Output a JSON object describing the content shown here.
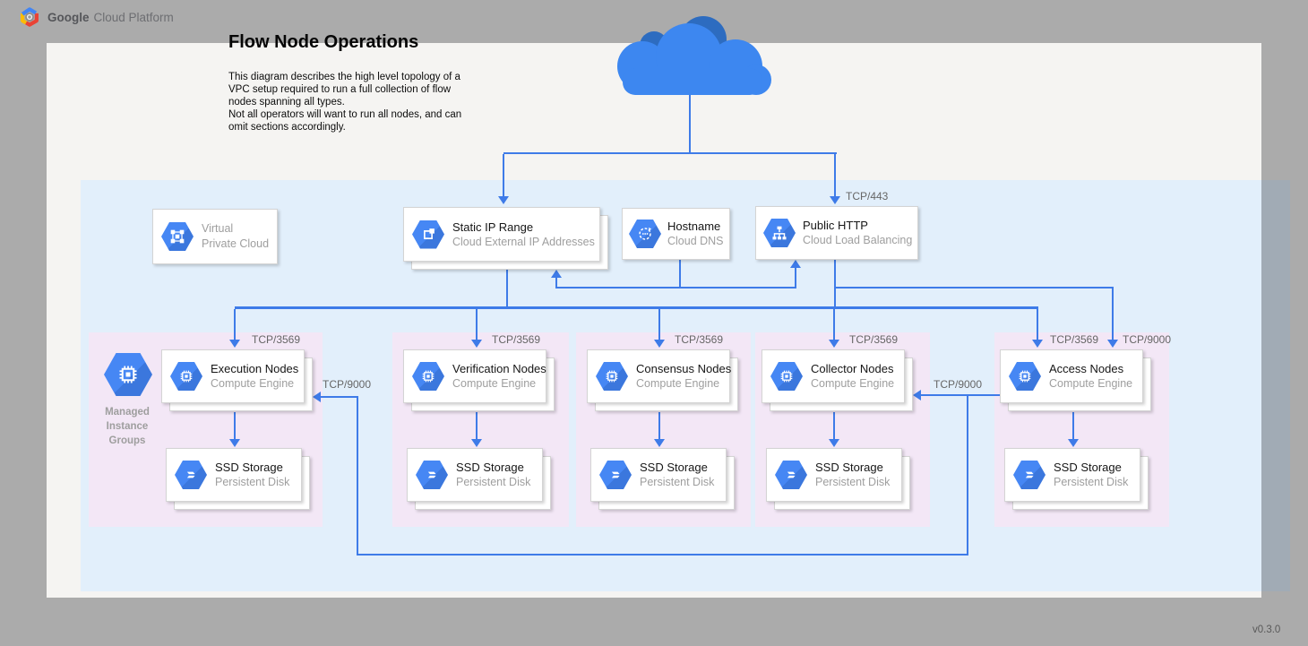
{
  "header": {
    "brand_bold": "Google",
    "brand_rest": "Cloud Platform"
  },
  "doc": {
    "title": "Flow Node Operations",
    "description_lines": [
      "This diagram describes the high level topology of a",
      "VPC setup required to run a full collection of flow",
      "nodes spanning all types.",
      "Not all operators will want to run all nodes, and can",
      "omit sections accordingly."
    ],
    "version": "v0.3.0"
  },
  "colors": {
    "accent_blue": "#4285f4",
    "line_blue": "#3e7be8",
    "vpc_region": "#e2effb",
    "group_pink": "#f3e7f6",
    "page": "#f5f4f2",
    "chrome_gray": "#ababab",
    "cloud_light": "#3d87f0",
    "cloud_dark": "#2d6cc0"
  },
  "icons": {
    "gcp_logo": "gcp-hexagon-logo",
    "internet": "cloud-shape",
    "vpc": "vpc-hexagon",
    "static_ip": "external-ip-hexagon",
    "hostname": "cloud-dns-hexagon",
    "public_http": "load-balancer-hexagon",
    "compute": "compute-engine-hexagon",
    "disk": "persistent-disk-hexagon",
    "mig": "managed-instance-group-hexagon"
  },
  "services": {
    "vpc": {
      "title_line1": "Virtual",
      "title_line2": "Private Cloud"
    },
    "static_ip": {
      "title": "Static IP Range",
      "subtitle": "Cloud External IP Addresses"
    },
    "hostname": {
      "title": "Hostname",
      "subtitle": "Cloud DNS"
    },
    "public_http": {
      "title": "Public HTTP",
      "subtitle": "Cloud Load Balancing"
    }
  },
  "mig": {
    "lines": [
      "Managed",
      "Instance",
      "Groups"
    ]
  },
  "groups": [
    {
      "title": "Execution Nodes",
      "subtitle": "Compute Engine",
      "storage_title": "SSD Storage",
      "storage_subtitle": "Persistent Disk"
    },
    {
      "title": "Verification Nodes",
      "subtitle": "Compute Engine",
      "storage_title": "SSD Storage",
      "storage_subtitle": "Persistent Disk"
    },
    {
      "title": "Consensus Nodes",
      "subtitle": "Compute Engine",
      "storage_title": "SSD Storage",
      "storage_subtitle": "Persistent Disk"
    },
    {
      "title": "Collector Nodes",
      "subtitle": "Compute Engine",
      "storage_title": "SSD Storage",
      "storage_subtitle": "Persistent Disk"
    },
    {
      "title": "Access Nodes",
      "subtitle": "Compute Engine",
      "storage_title": "SSD Storage",
      "storage_subtitle": "Persistent Disk"
    }
  ],
  "ports": {
    "lb_in": "TCP/443",
    "group1_in": "TCP/3569",
    "group2_in": "TCP/3569",
    "group3_in": "TCP/3569",
    "group4_in": "TCP/3569",
    "group5_in": "TCP/3569",
    "group5_in_alt": "TCP/9000",
    "execution_in": "TCP/9000",
    "collector_in": "TCP/9000"
  }
}
